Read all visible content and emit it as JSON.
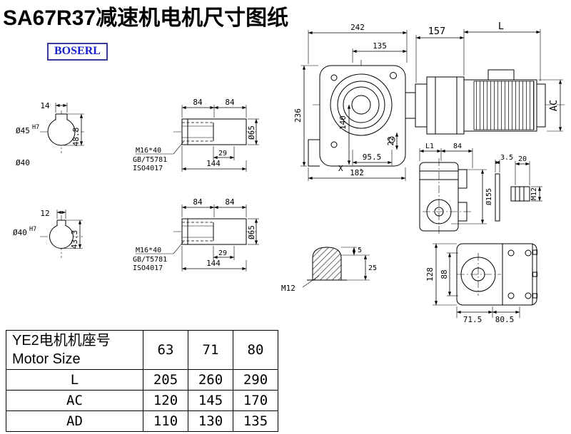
{
  "title": "SA67R37减速机电机尺寸图纸",
  "brand": "BOSERL",
  "views": {
    "shaft1": {
      "key": "14",
      "bore": "Ø45",
      "tol": "H7",
      "height": "48.8",
      "outer": "Ø40"
    },
    "shaft2": {
      "key": "12",
      "bore": "Ø40",
      "tol": "H7",
      "height": "43.3"
    },
    "bushing": {
      "seg1": "84",
      "seg2": "84",
      "thread": "M16*40",
      "std1": "GB/T5781",
      "std2": "ISO4017",
      "step": "29",
      "total": "144",
      "dia": "Ø65"
    },
    "front": {
      "w": "242",
      "inner": "135",
      "flange": "157",
      "L": "L",
      "h": "236",
      "ch": "140",
      "off": "22",
      "b1": "95.5",
      "b2": "182",
      "x": "X",
      "ac": "AC"
    },
    "side": {
      "l1": "L1",
      "w": "84",
      "t1": "3.5",
      "t2": "20",
      "dia": "Ø155",
      "m": "M12"
    },
    "plug": {
      "t": "5",
      "h": "25",
      "m": "M12"
    },
    "bottom": {
      "h1": "128",
      "h2": "88",
      "w1": "71.5",
      "w2": "80.5"
    }
  },
  "table": {
    "header_cn": "YE2电机机座号",
    "header_en": "Motor Size",
    "frames": [
      "63",
      "71",
      "80"
    ],
    "rows": [
      {
        "label": "L",
        "values": [
          "205",
          "260",
          "290"
        ]
      },
      {
        "label": "AC",
        "values": [
          "120",
          "145",
          "170"
        ]
      },
      {
        "label": "AD",
        "values": [
          "110",
          "130",
          "135"
        ]
      }
    ]
  }
}
